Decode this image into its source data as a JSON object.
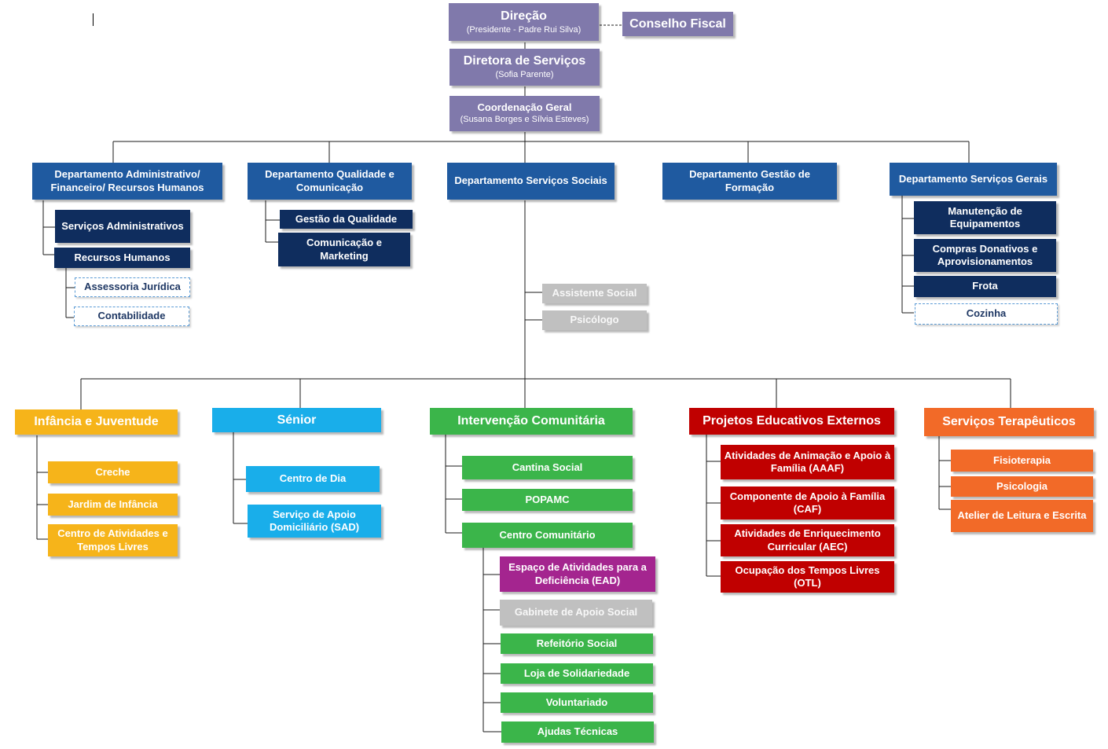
{
  "top": {
    "direcao": {
      "title": "Direção",
      "sub": "(Presidente - Padre Rui Silva)"
    },
    "conselho": "Conselho Fiscal",
    "diretora": {
      "title": "Diretora de Serviços",
      "sub": "(Sofia Parente)"
    },
    "coordenacao": {
      "title": "Coordenação Geral",
      "sub": "(Susana Borges e Sílvia Esteves)"
    }
  },
  "departments": {
    "admin": {
      "title": "Departamento Administrativo/ Financeiro/ Recursos Humanos",
      "items": [
        "Serviços Administrativos",
        "Recursos Humanos"
      ],
      "external": [
        "Assessoria Jurídica",
        "Contabilidade"
      ]
    },
    "qualidade": {
      "title": "Departamento Qualidade e Comunicação",
      "items": [
        "Gestão da Qualidade",
        "Comunicação e Marketing"
      ]
    },
    "sociais": {
      "title": "Departamento Serviços Sociais",
      "staff": [
        "Assistente Social",
        "Psicólogo"
      ]
    },
    "formacao": {
      "title": "Departamento Gestão de Formação"
    },
    "gerais": {
      "title": "Departamento Serviços Gerais",
      "items": [
        "Manutenção de Equipamentos",
        "Compras Donativos e Aprovisionamentos",
        "Frota"
      ],
      "external": [
        "Cozinha"
      ]
    }
  },
  "areas": {
    "infancia": {
      "title": "Infância e Juventude",
      "items": [
        "Creche",
        "Jardim de Infância",
        "Centro de Atividades e Tempos Livres"
      ]
    },
    "senior": {
      "title": "Sénior",
      "items": [
        "Centro de Dia",
        "Serviço de Apoio Domiciliário (SAD)"
      ]
    },
    "intervencao": {
      "title": "Intervenção Comunitária",
      "items": [
        "Cantina Social",
        "POPAMC",
        "Centro Comunitário"
      ],
      "centro_items": [
        "Espaço de Atividades para a Deficiência (EAD)",
        "Gabinete de Apoio Social",
        "Refeitório Social",
        "Loja de Solidariedade",
        "Voluntariado",
        "Ajudas Técnicas"
      ]
    },
    "projetos": {
      "title": "Projetos Educativos Externos",
      "items": [
        "Atividades de Animação e Apoio à Família (AAAF)",
        "Componente de Apoio à Família (CAF)",
        "Atividades de Enriquecimento Curricular (AEC)",
        "Ocupação dos Tempos Livres (OTL)"
      ]
    },
    "terapeuticos": {
      "title": "Serviços Terapêuticos",
      "items": [
        "Fisioterapia",
        "Psicologia",
        "Atelier de Leitura e Escrita"
      ]
    }
  },
  "colors": {
    "lavender": "#8079ab",
    "navy": "#1f5aa0",
    "dark_navy": "#0f2d5e",
    "yellow": "#f6b41a",
    "cyan": "#19aeea",
    "green": "#3bb54a",
    "red": "#c00000",
    "orange": "#f26a28",
    "magenta": "#a4258f",
    "grey": "#c0c0c0"
  }
}
